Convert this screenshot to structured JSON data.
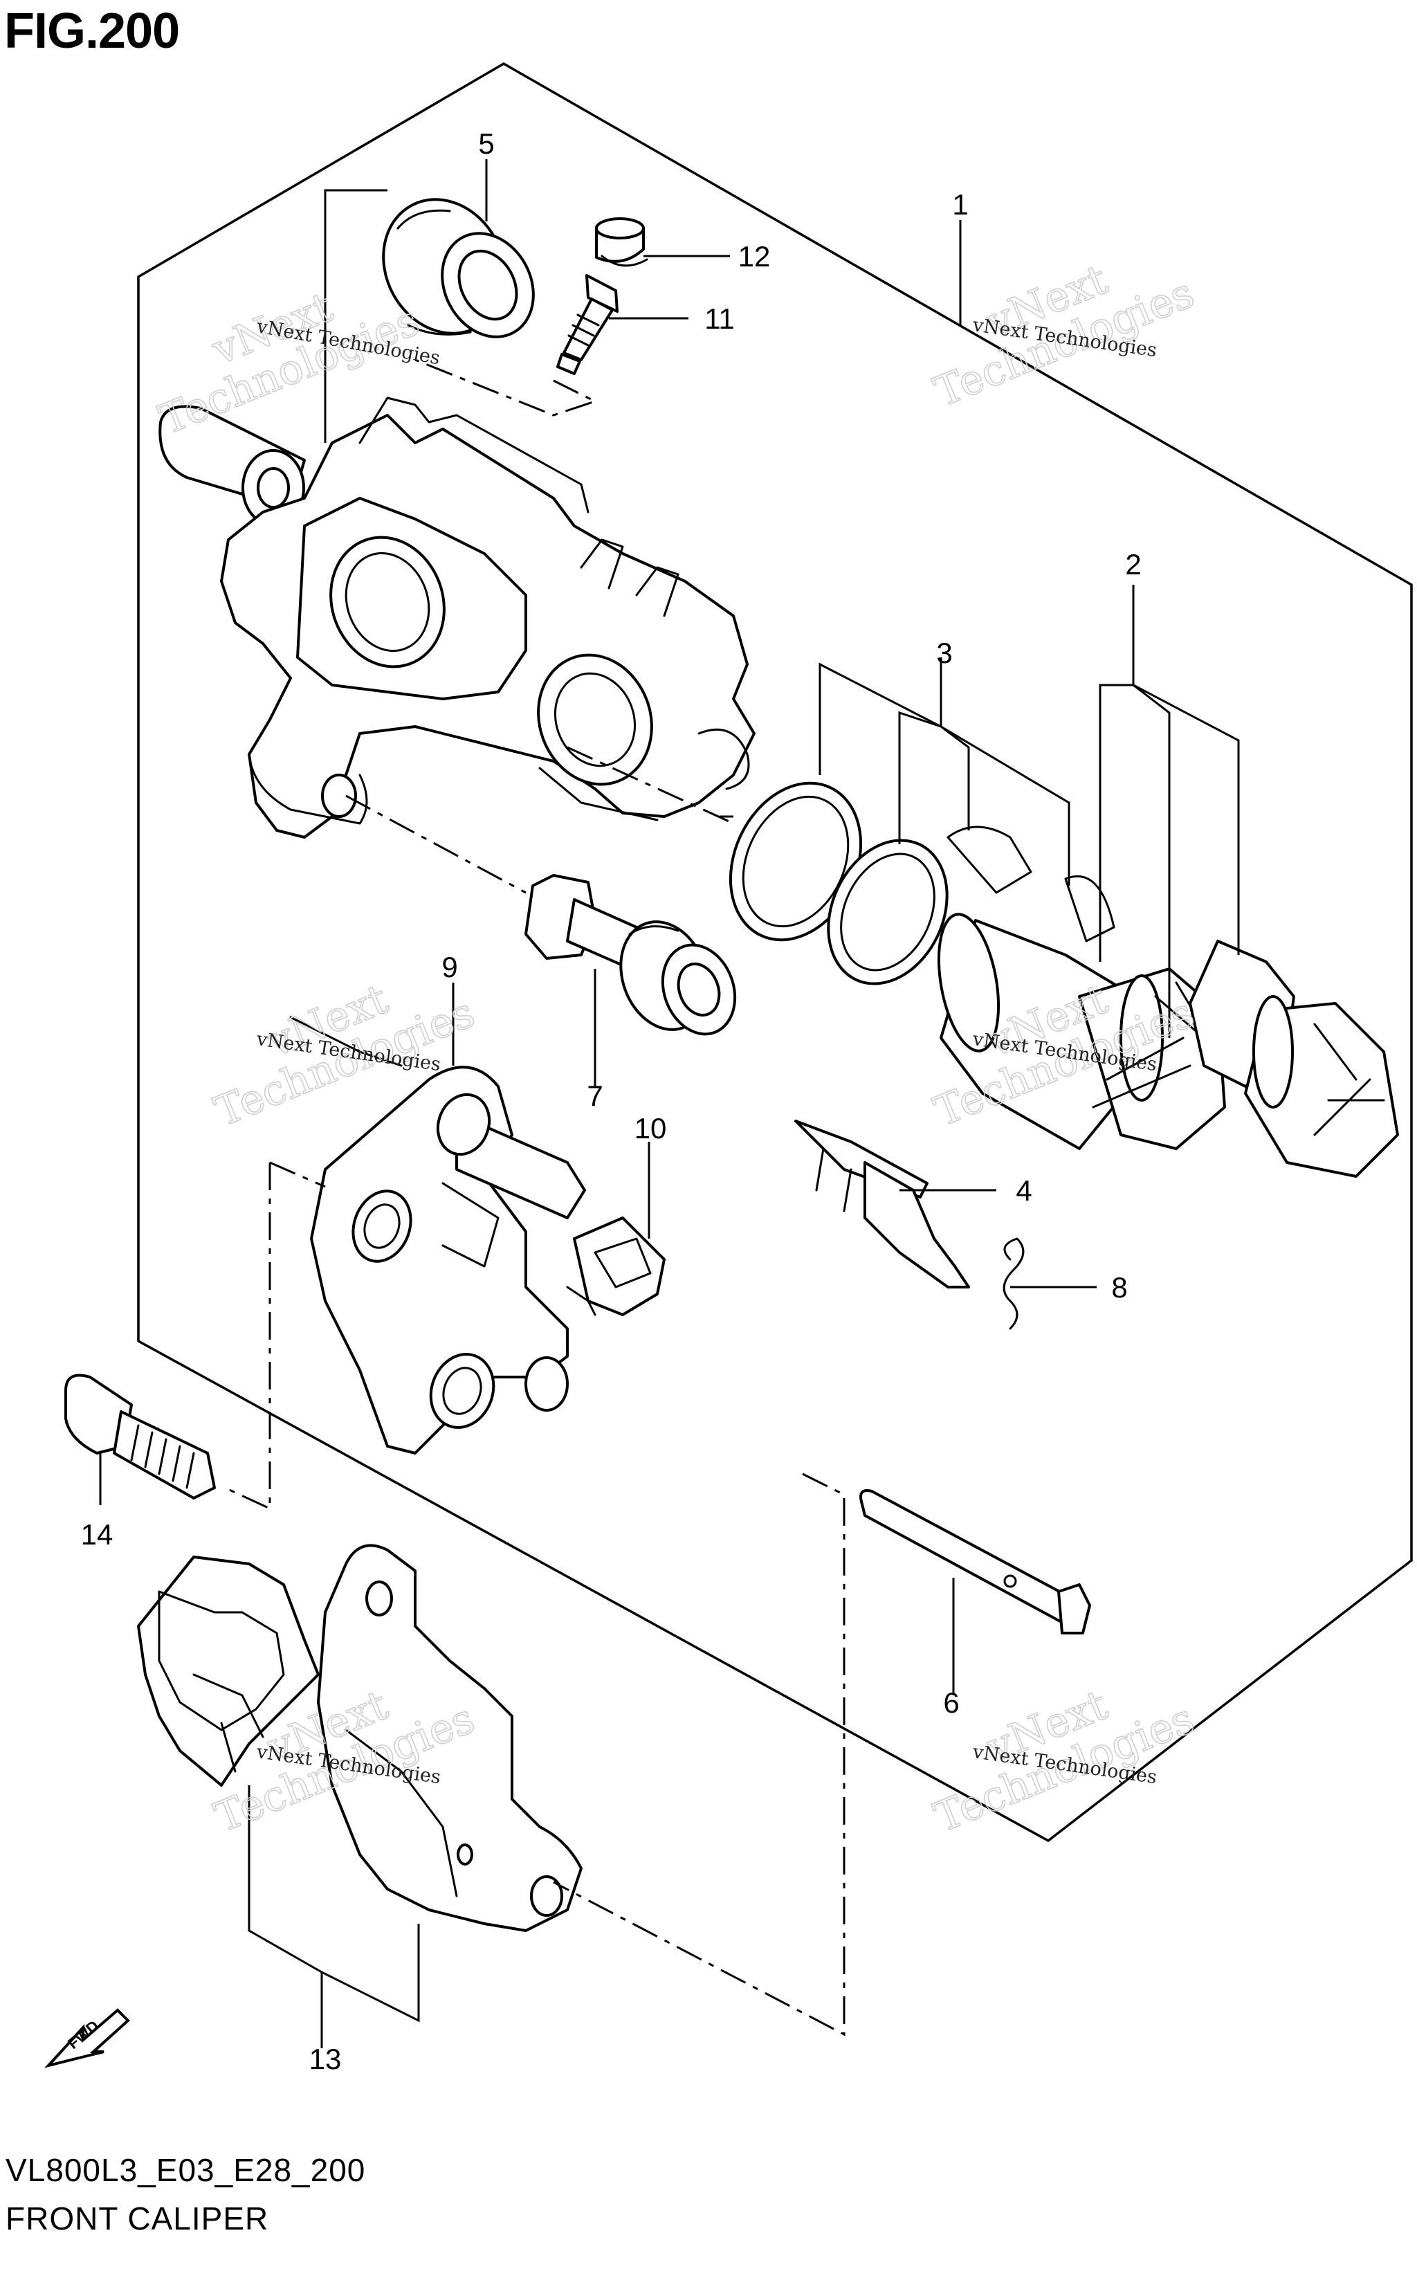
{
  "figure": {
    "title": "FIG.200",
    "code": "VL800L3_E03_E28_200",
    "caption": "FRONT CALIPER"
  },
  "callouts": [
    "1",
    "2",
    "3",
    "4",
    "5",
    "6",
    "7",
    "8",
    "9",
    "10",
    "11",
    "12",
    "13",
    "14"
  ],
  "watermark": {
    "line_small": "vNext Technologies",
    "line_big_1": "vNext",
    "line_big_2": "Technologies"
  },
  "direction_badge": "FWD"
}
